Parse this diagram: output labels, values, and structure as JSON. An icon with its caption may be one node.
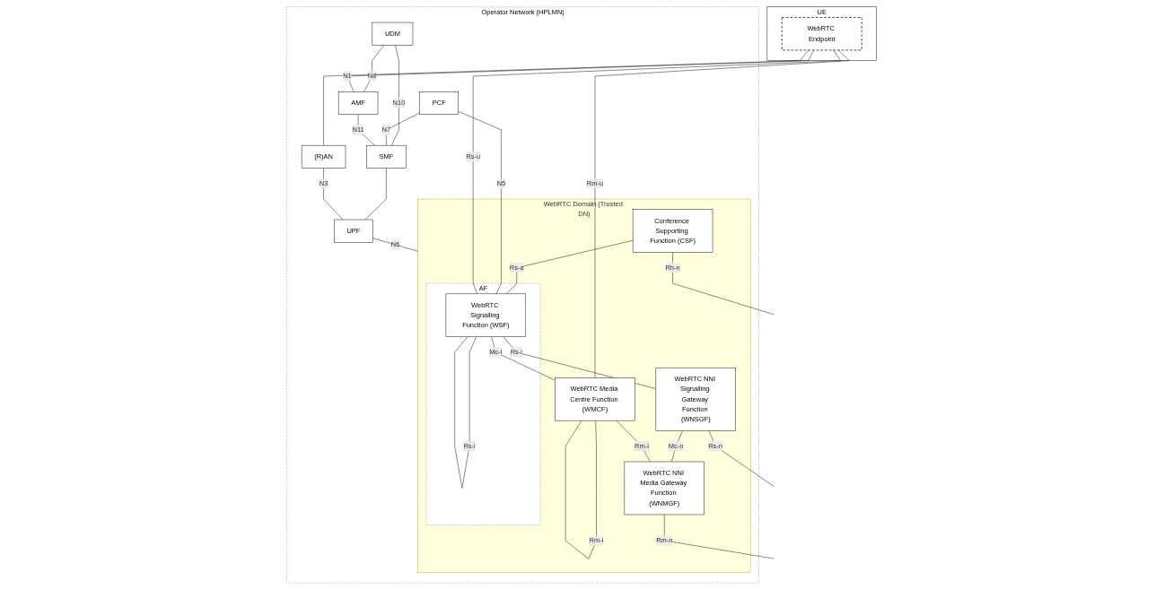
{
  "diagram": {
    "nodes": [
      {
        "text": [
          "Operator Network (HPLMN)"
        ]
      },
      {
        "text": [
          "WebRTC Domain (Trusted DN)"
        ],
        "in": 0
      },
      {
        "text": [
          "Conference Supporting Function (CSF)"
        ],
        "in": 1
      },
      {
        "text": [
          "AF"
        ],
        "in": 1
      },
      {
        "text": [
          "WebRTC Signalling Function (WSF)"
        ],
        "in": 3
      },
      {
        "text": [
          "WebRTC NNI Signalling Gateway Function (WNSGF)"
        ],
        "in": 1
      },
      {
        "text": [
          "WebRTC Media Centre Function (WMCF)"
        ],
        "in": 1
      },
      {
        "text": [
          "WebRTC NNI Media Gateway Function (WNMGF)"
        ],
        "in": 1
      },
      {
        "text": [
          "UDM"
        ],
        "in": 0
      },
      {
        "text": [
          "PCF"
        ],
        "in": 0
      },
      {
        "text": [
          "AMF"
        ],
        "in": 0
      },
      {
        "text": [
          "SMF"
        ],
        "in": 0
      },
      {
        "text": [
          "(R)AN"
        ],
        "in": 0
      },
      {
        "text": [
          "UPF"
        ],
        "in": 0
      },
      {
        "text": [
          "UE"
        ]
      },
      {
        "text": [
          "WebRTC Endpoint"
        ],
        "in": 14
      }
    ],
    "edges": [
      {
        "from": 2,
        "to": null,
        "arrow": "none",
        "label": "Rh-n"
      },
      {
        "from": 2,
        "to": 4,
        "arrow": "none",
        "label": "Rs-a"
      },
      {
        "from": 4,
        "to": 5,
        "arrow": "none",
        "label": "Rs-i"
      },
      {
        "from": 4,
        "to": 4,
        "arrow": "none",
        "label": "Rs-i"
      },
      {
        "from": 5,
        "to": null,
        "arrow": "none",
        "label": "Rs-n"
      },
      {
        "from": 4,
        "to": 6,
        "arrow": "none",
        "label": "Mc-i"
      },
      {
        "from": 5,
        "to": 7,
        "arrow": "none",
        "label": "Mc-n"
      },
      {
        "from": 6,
        "to": 7,
        "arrow": "none",
        "label": "Rm-i"
      },
      {
        "from": 6,
        "to": 6,
        "arrow": "none",
        "label": "Rm-i"
      },
      {
        "from": 7,
        "to": null,
        "arrow": "none",
        "label": "Rm-n"
      },
      {
        "from": 8,
        "to": 10,
        "arrow": "none",
        "label": "N8"
      },
      {
        "from": 8,
        "to": 11,
        "arrow": "none",
        "label": "N10"
      },
      {
        "from": 9,
        "to": 4,
        "arrow": "none",
        "label": "N5"
      },
      {
        "from": 9,
        "to": 11,
        "arrow": "none",
        "label": "N7"
      },
      {
        "from": 10,
        "to": 11,
        "arrow": "none",
        "label": "N11"
      },
      {
        "from": 11,
        "to": 13,
        "arrow": "none"
      },
      {
        "from": 15,
        "to": 10,
        "arrow": "none",
        "label": "N1"
      },
      {
        "from": 15,
        "to": 12,
        "arrow": "none"
      },
      {
        "from": 12,
        "to": 13,
        "arrow": "none",
        "label": "N3"
      },
      {
        "from": 13,
        "to": 1,
        "arrow": "none",
        "label": "N6"
      },
      {
        "from": 15,
        "to": 4,
        "arrow": "none",
        "label": "Rs-u"
      },
      {
        "from": 15,
        "to": 6,
        "arrow": "none",
        "label": "Rm-u"
      }
    ]
  }
}
